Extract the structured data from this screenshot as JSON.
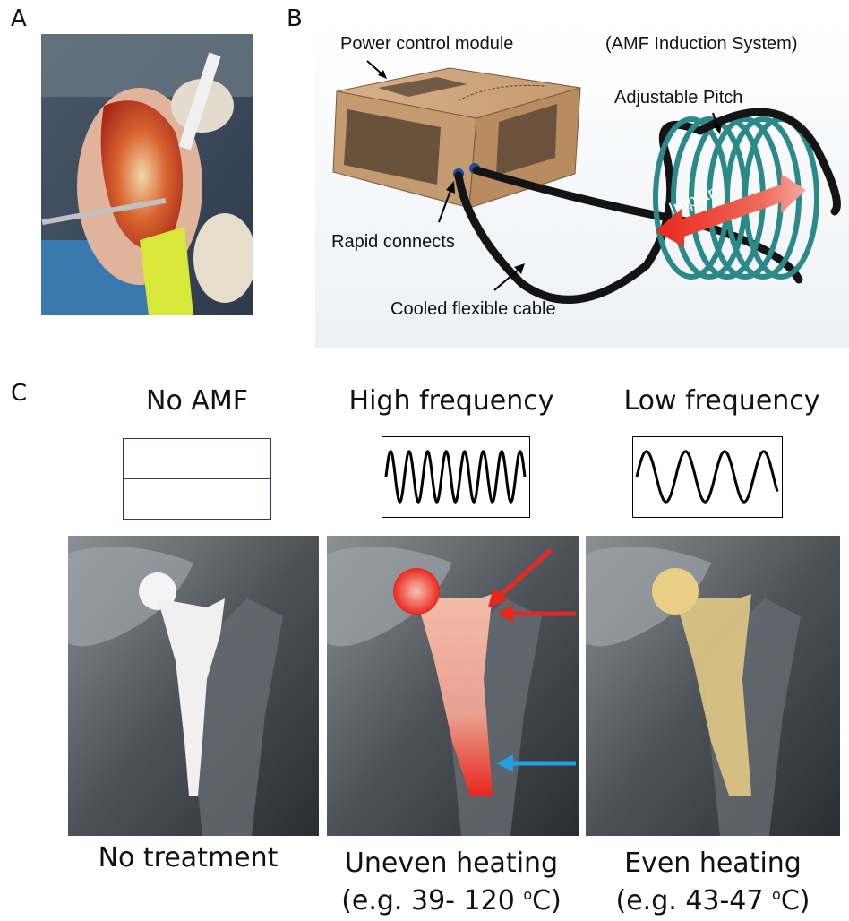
{
  "panels": {
    "a": {
      "letter": "A"
    },
    "b": {
      "letter": "B",
      "system_title": "(AMF Induction System)",
      "labels": {
        "power_module": "Power control module",
        "adjustable_pitch": "Adjustable Pitch",
        "rapid_connects": "Rapid connects",
        "cable": "Cooled flexible cable",
        "implant": "Implant"
      }
    },
    "c": {
      "letter": "C",
      "columns": [
        {
          "heading": "No AMF",
          "caption_line1": "No treatment",
          "caption_line2": ""
        },
        {
          "heading": "High frequency",
          "caption_line1": "Uneven heating",
          "caption_line2_pre": "(e.g. 39- 120 ",
          "caption_line2_unit": "o",
          "caption_line2_post": "C)"
        },
        {
          "heading": "Low frequency",
          "caption_line1": "Even heating",
          "caption_line2_pre": "(e.g. 43-47 ",
          "caption_line2_unit": "o",
          "caption_line2_post": "C)"
        }
      ]
    }
  },
  "colors": {
    "coil": "#2a8a8a",
    "hot": "#e8281c",
    "cool_arrow": "#1fa3e0",
    "even_heat": "#e9cf86",
    "box_tan": "#c9a27a"
  }
}
